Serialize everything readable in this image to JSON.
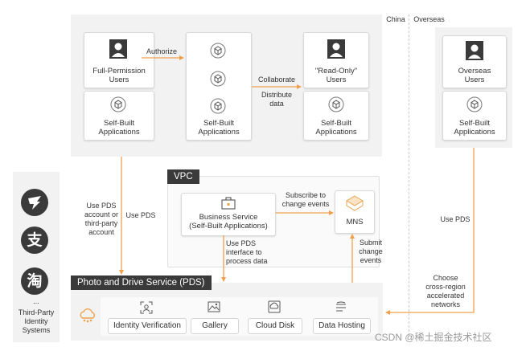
{
  "regions": {
    "china": "China",
    "overseas": "Overseas"
  },
  "china_panel": {
    "full_permission_users": "Full-Permission\nUsers",
    "authorize": "Authorize",
    "self_built_apps_left": "Self-Built\nApplications",
    "self_built_apps_center": "Self-Built\nApplications",
    "collaborate": "Collaborate",
    "distribute_data": "Distribute\ndata",
    "read_only_users": "\"Read-Only\"\nUsers",
    "self_built_apps_right": "Self-Built\nApplications"
  },
  "overseas_panel": {
    "overseas_users": "Overseas\nUsers",
    "self_built_apps": "Self-Built\nApplications"
  },
  "vpc": {
    "title": "VPC",
    "business_service": "Business Service\n(Self-Built Applications)",
    "subscribe": "Subscribe to\nchange events",
    "mns": "MNS",
    "use_pds_interface": "Use PDS\ninterface to\nprocess data",
    "submit_change_events": "Submit\nchange\nevents"
  },
  "edges": {
    "use_pds_account": "Use PDS\naccount or\nthird-party\naccount",
    "use_pds_left": "Use PDS",
    "use_pds_right": "Use PDS",
    "cross_region": "Choose\ncross-region\naccelerated\nnetworks"
  },
  "pds": {
    "title": "Photo and Drive Service (PDS)",
    "services": [
      "Identity Verification",
      "Gallery",
      "Cloud Disk",
      "Data Hosting"
    ]
  },
  "third_party": {
    "ellipsis": "...",
    "label": "Third-Party\nIdentity\nSystems",
    "icons": [
      "dingtalk-icon",
      "alipay-icon",
      "taobao-icon"
    ],
    "glyphs": [
      "支",
      "淘"
    ]
  },
  "watermark": "CSDN @稀土掘金技术社区",
  "colors": {
    "arrow": "#f0a04b",
    "panel": "#f2f2f2",
    "header": "#3a3a3a"
  }
}
